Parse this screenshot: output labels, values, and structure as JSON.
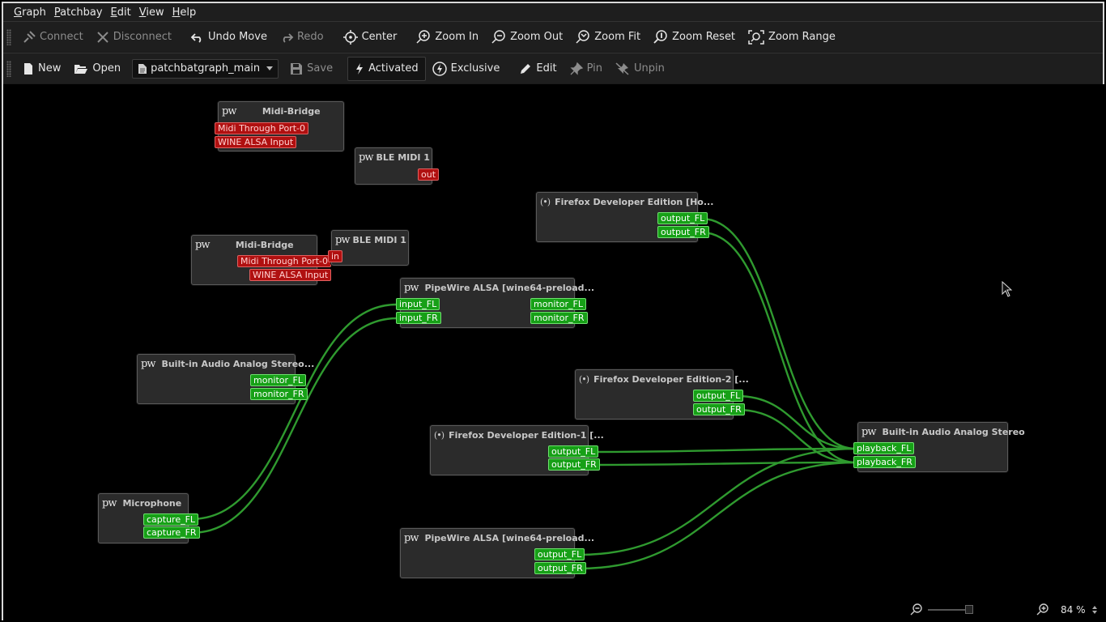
{
  "menu": [
    {
      "label": "Graph",
      "key": "G",
      "rest": "raph"
    },
    {
      "label": "Patchbay",
      "key": "P",
      "rest": "atchbay"
    },
    {
      "label": "Edit",
      "key": "E",
      "rest": "dit"
    },
    {
      "label": "View",
      "key": "V",
      "rest": "iew"
    },
    {
      "label": "Help",
      "key": "H",
      "rest": "elp"
    }
  ],
  "toolbar1": {
    "connect": "Connect",
    "disconnect": "Disconnect",
    "undo_move": "Undo Move",
    "redo": "Redo",
    "center": "Center",
    "zoom_in": "Zoom In",
    "zoom_out": "Zoom Out",
    "zoom_fit": "Zoom Fit",
    "zoom_reset": "Zoom Reset",
    "zoom_range": "Zoom Range"
  },
  "toolbar2": {
    "new": "New",
    "open": "Open",
    "patchbay_select": "patchbatgraph_main",
    "save": "Save",
    "activated": "Activated",
    "exclusive": "Exclusive",
    "edit": "Edit",
    "pin": "Pin",
    "unpin": "Unpin"
  },
  "nodes": [
    {
      "id": "midi-bridge-out",
      "title": "Midi-Bridge",
      "icon": "pw",
      "ports": [
        "Midi Through Port-0",
        "WINE ALSA Input"
      ]
    },
    {
      "id": "ble-midi-out",
      "title": "BLE MIDI 1",
      "icon": "pw",
      "ports": [
        "out"
      ]
    },
    {
      "id": "midi-bridge-in",
      "title": "Midi-Bridge",
      "icon": "pw",
      "ports": [
        "Midi Through Port-0",
        "WINE ALSA Input"
      ]
    },
    {
      "id": "ble-midi-in",
      "title": "BLE MIDI 1",
      "icon": "pw",
      "ports": [
        "in"
      ]
    },
    {
      "id": "firefox-dev",
      "title": "Firefox Developer Edition [Ho...",
      "icon": "(•)",
      "ports": [
        "output_FL",
        "output_FR"
      ]
    },
    {
      "id": "pipewire-alsa-1",
      "title": "PipeWire ALSA [wine64-preload...",
      "icon": "pw",
      "ports": [
        "input_FL",
        "input_FR",
        "monitor_FL",
        "monitor_FR"
      ]
    },
    {
      "id": "builtin-monitor",
      "title": "Built-in Audio Analog Stereo...",
      "icon": "pw",
      "ports": [
        "monitor_FL",
        "monitor_FR"
      ]
    },
    {
      "id": "firefox-dev-2",
      "title": "Firefox Developer Edition-2 [...",
      "icon": "(•)",
      "ports": [
        "output_FL",
        "output_FR"
      ]
    },
    {
      "id": "firefox-dev-1",
      "title": "Firefox Developer Edition-1 [...",
      "icon": "(•)",
      "ports": [
        "output_FL",
        "output_FR"
      ]
    },
    {
      "id": "builtin-playback",
      "title": "Built-in Audio Analog Stereo",
      "icon": "pw",
      "ports": [
        "playback_FL",
        "playback_FR"
      ]
    },
    {
      "id": "microphone",
      "title": "Microphone",
      "icon": "pw",
      "ports": [
        "capture_FL",
        "capture_FR"
      ]
    },
    {
      "id": "pipewire-alsa-2",
      "title": "PipeWire ALSA [wine64-preload...",
      "icon": "pw",
      "ports": [
        "output_FL",
        "output_FR"
      ]
    }
  ],
  "status": {
    "zoom": "84 %"
  },
  "colors": {
    "audio_port": "#17a017",
    "midi_port": "#b01010",
    "wire": "#2f9a2f",
    "canvas": "#000000"
  }
}
